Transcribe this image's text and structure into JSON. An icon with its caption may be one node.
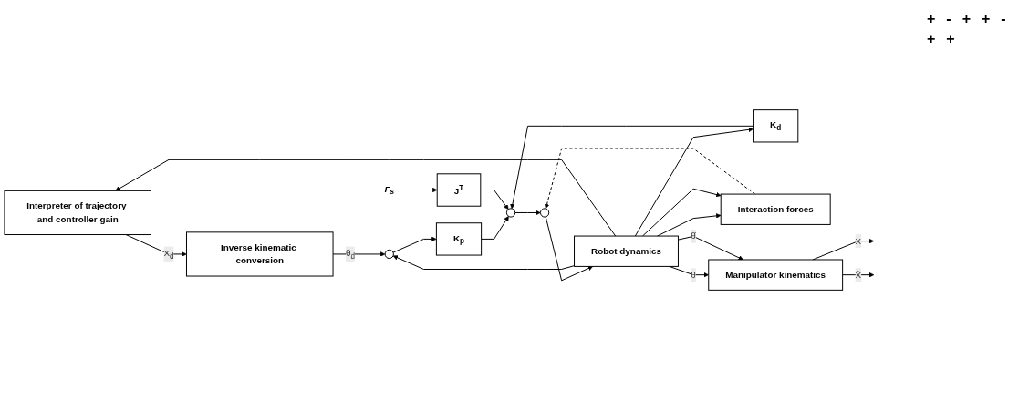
{
  "diagram": {
    "nodes": [
      {
        "text": [
          "Interpreter of trajectory and controller gain"
        ]
      },
      {
        "text": [
          "Inverse kinematic conversion"
        ]
      },
      {
        "text": [],
        "shape": "circle"
      },
      {
        "text": [
          "K$_{p}$"
        ]
      },
      {
        "text": [
          "F$_{s}$"
        ]
      },
      {
        "text": [
          "J$^{T}$"
        ]
      },
      {
        "text": [],
        "shape": "circle"
      },
      {
        "text": [
          "K$_{d}$"
        ]
      },
      {
        "text": [],
        "shape": "circle"
      },
      {
        "text": [
          "Robot dynamics"
        ]
      },
      {
        "text": [
          "Interaction forces"
        ]
      },
      {
        "text": [
          "Manipulator kinematics"
        ]
      }
    ],
    "edges": [
      {
        "from": 0,
        "to": 1,
        "arrow": "to",
        "label": "X$_{d}$"
      },
      {
        "from": 1,
        "to": 2,
        "arrow": "to",
        "label": "θ$_{d}$"
      },
      {
        "from": 2,
        "to": 3,
        "arrow": "to"
      },
      {
        "from": 3,
        "to": 6,
        "arrow": "to"
      },
      {
        "from": 4,
        "to": 5,
        "arrow": "to"
      },
      {
        "from": 5,
        "to": 6,
        "arrow": "to"
      },
      {
        "from": 7,
        "to": 6,
        "arrow": "to"
      },
      {
        "from": 6,
        "to": 8,
        "arrow": "to"
      },
      {
        "from": 10,
        "to": 8,
        "arrow": "to",
        "style": "dashed"
      },
      {
        "from": 8,
        "to": 9,
        "arrow": "to"
      },
      {
        "from": 9,
        "to": 11,
        "arrow": "to",
        "label": "θ"
      },
      {
        "from": 9,
        "to": 11,
        "arrow": "to",
        "label": "θ̇"
      },
      {
        "from": 11,
        "to": null,
        "arrow": "to",
        "label": "X"
      },
      {
        "from": 11,
        "to": null,
        "arrow": "to",
        "label": "Ẋ"
      },
      {
        "from": 9,
        "to": 10,
        "arrow": "to"
      },
      {
        "from": 9,
        "to": 10,
        "arrow": "to"
      },
      {
        "from": 9,
        "to": 7,
        "arrow": "to"
      },
      {
        "from": 9,
        "to": 2,
        "arrow": "to"
      },
      {
        "from": 9,
        "to": 0,
        "arrow": "to"
      }
    ],
    "labels": [
      "+",
      "-",
      "+",
      "+",
      "-",
      "+",
      "+"
    ]
  }
}
